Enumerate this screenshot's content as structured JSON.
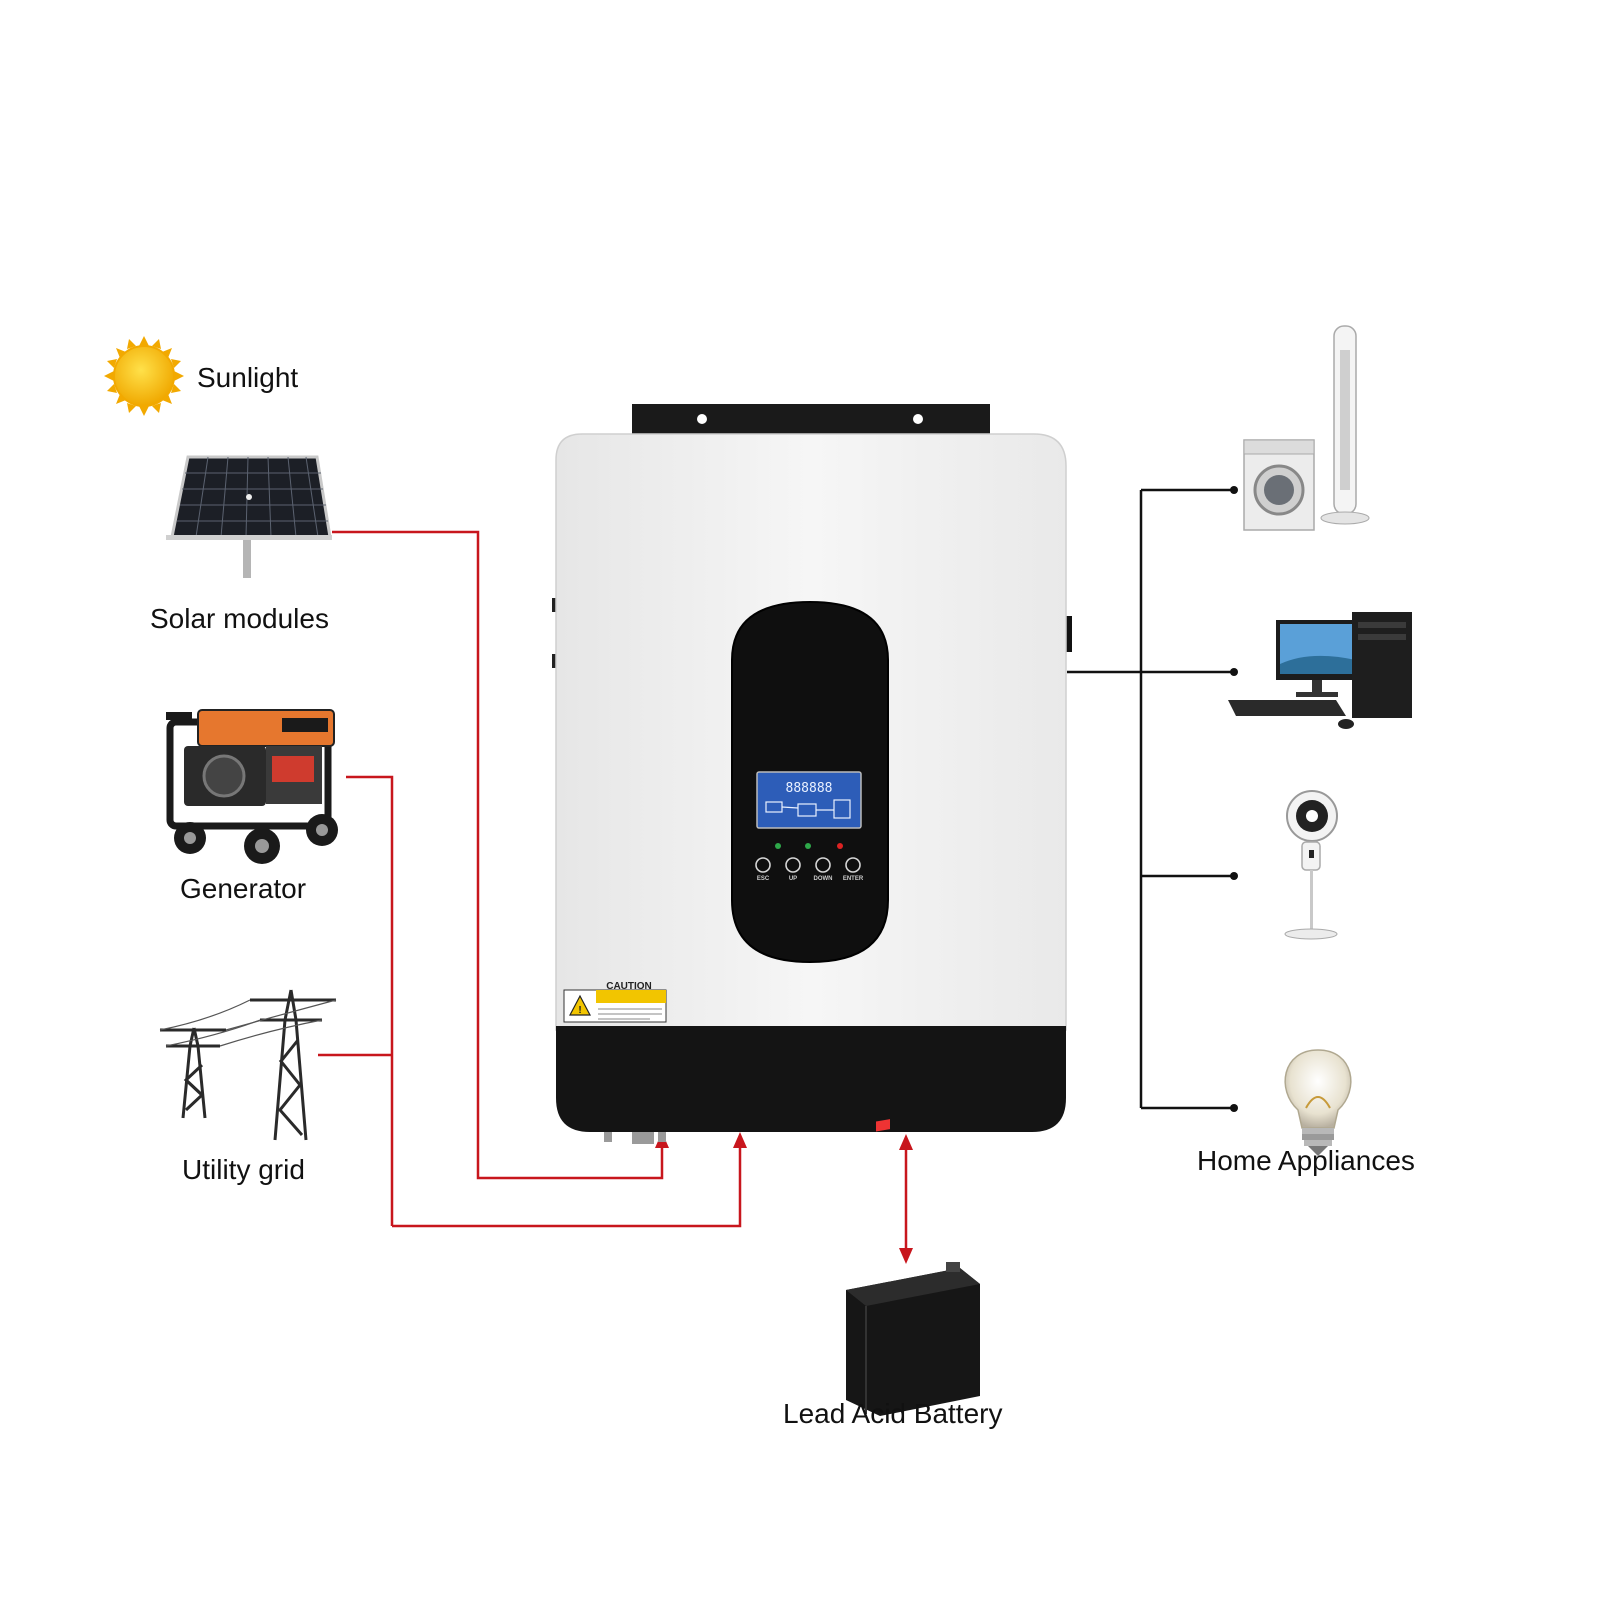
{
  "labels": {
    "sunlight": "Sunlight",
    "solar_modules": "Solar modules",
    "generator": "Generator",
    "utility_grid": "Utility grid",
    "lead_acid_battery": "Lead Acid Battery",
    "home_appliances": "Home Appliances"
  },
  "inverter": {
    "caution": "CAUTION",
    "buttons": [
      "ESC",
      "UP",
      "DOWN",
      "ENTER"
    ],
    "display": "888888"
  },
  "colors": {
    "wire_input": "#c8161d",
    "wire_output": "#111111",
    "inverter_body": "#f0f0f0",
    "inverter_base": "#141414",
    "lcd": "#2d5db8",
    "sun": "#f5b800"
  },
  "icons": {
    "sunlight": "sun-icon",
    "solar_modules": "solar-panel-icon",
    "generator": "generator-icon",
    "utility_grid": "power-tower-icon",
    "battery": "battery-icon",
    "appliances": [
      "washing-machine-icon",
      "tower-fan-icon",
      "desktop-computer-icon",
      "standing-fan-icon",
      "light-bulb-icon"
    ]
  }
}
